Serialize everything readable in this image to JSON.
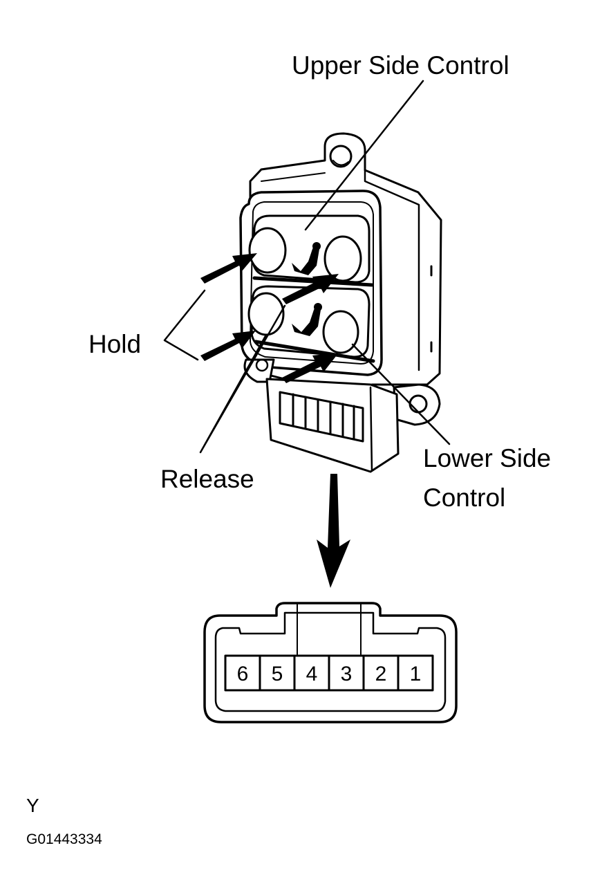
{
  "labels": {
    "upper_side_control": "Upper Side Control",
    "hold": "Hold",
    "release": "Release",
    "lower_side_control_line1": "Lower Side",
    "lower_side_control_line2": "Control"
  },
  "connector": {
    "pins": [
      "6",
      "5",
      "4",
      "3",
      "2",
      "1"
    ]
  },
  "footer": {
    "view_code": "Y",
    "figure_id": "G01443334"
  }
}
